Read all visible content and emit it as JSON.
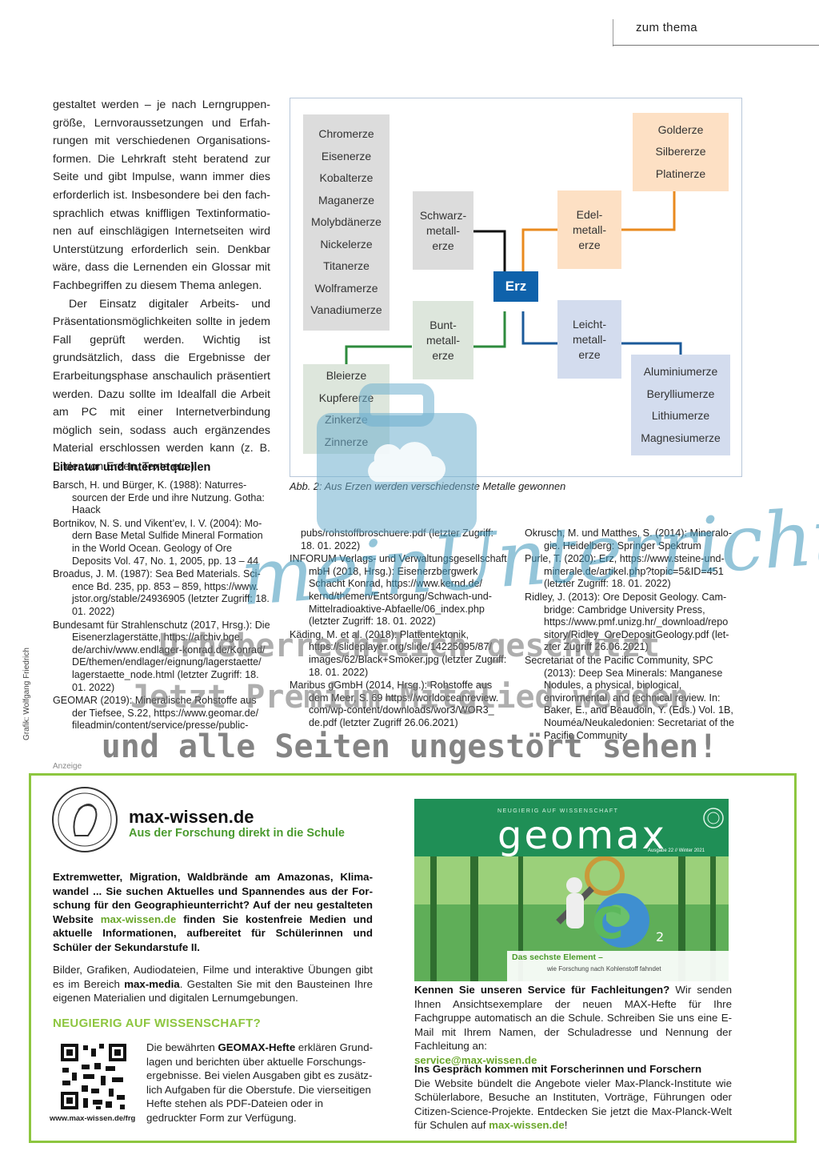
{
  "header": {
    "label": "zum thema"
  },
  "body_text": {
    "p1": "gestaltet werden – je nach Lerngruppen­größe, Lernvoraussetzungen und Erfah­rungen mit verschiedenen Organisations­formen. Die Lehrkraft steht beratend zur Seite und gibt Impulse, wann immer dies erforderlich ist. Insbesondere bei den fach­sprachlich etwas kniffligen Textinformatio­nen auf einschlägigen Internetseiten wird Unterstützung erforderlich sein. Denkbar wäre, dass die Lernenden ein Glossar mit Fachbegriffen zu diesem Thema anlegen.",
    "p2": "Der Einsatz digitaler Arbeits- und Präsen­tationsmöglichkeiten sollte in jedem Fall geprüft werden. Wichtig ist grundsätzlich, dass die Ergebnisse der Erarbeitungsphase anschaulich präsentiert werden. Dazu sollte im Idealfall die Arbeit am PC mit einer Inter­netverbindung möglich sein, sodass auch ergänzendes Material erschlossen werden kann (z. B. Bilder von Erzen, Texte etc.)."
  },
  "diagram": {
    "center": "Erz",
    "black_metals": {
      "label_lines": [
        "Schwarz-",
        "metall-",
        "erze"
      ],
      "items": [
        "Chromerze",
        "Eisenerze",
        "Kobalterze",
        "Maganerze",
        "Molybdänerze",
        "Nickelerze",
        "Titanerze",
        "Wolframerze",
        "Vanadiumerze"
      ]
    },
    "base_metals": {
      "label_lines": [
        "Bunt-",
        "metall-",
        "erze"
      ],
      "items": [
        "Bleierze",
        "Kupfererze",
        "Zinkerze",
        "Zinnerze"
      ]
    },
    "precious_metals": {
      "label_lines": [
        "Edel-",
        "metall-",
        "erze"
      ],
      "items": [
        "Golderze",
        "Silbererze",
        "Platinerze"
      ]
    },
    "light_metals": {
      "label_lines": [
        "Leicht-",
        "metall-",
        "erze"
      ],
      "items": [
        "Aluminiumerze",
        "Berylliumerze",
        "Lithiumerze",
        "Magnesiumerze"
      ]
    },
    "colors": {
      "gray": "#dcdcdc",
      "green_box": "#dde6dc",
      "orange_box": "#fde0c4",
      "blue_box": "#d3dcee",
      "center": "#0f62ab",
      "black_line": "#111111",
      "green_line": "#2e8b3d",
      "orange_line": "#e98a1e",
      "blue_line": "#1b5a9a"
    }
  },
  "caption": "Abb. 2: Aus Erzen werden verschiedenste Metalle gewonnen",
  "literature": {
    "title": "Literatur und Internetquellen",
    "col1": [
      "Barsch, H. und Bürger, K. (1988): Naturres­sourcen der Erde und ihre Nutzung. Gotha: Haack",
      "Bortnikov, N. S. und Vikent’ev, I. V. (2004): Mo­dern Base Metal Sulfide Mineral Formation in the World Ocean. Geology of Ore Deposits Vol. 47, No. 1, 2005, pp. 13 – 44",
      "Broadus, J. M. (1987): Sea Bed Materials. Sci­ence Bd. 235, pp. 853 – 859, https://www. jstor.org/stable/24936905 (letzter Zugriff: 18. 01. 2022)",
      "Bundesamt für Strahlenschutz (2017, Hrsg.): Die Eisenerzlagerstätte, https://archiv.bge. de/archiv/www.endlager-konrad.de/Konrad/ DE/themen/endlager/eignung/lagerstaette/ lagerstaette_node.html (letzter Zugriff: 18. 01. 2022)",
      "GEOMAR (2019): Mineralische Rohstoffe aus der Tiefsee, S.22, https://www.geomar.de/ fileadmin/content/service/presse/public-"
    ],
    "col2_cont": "pubs/rohstoffbroschuere.pdf (letzter Zugriff: 18. 01. 2022)",
    "col2": [
      "INFORUM Verlags- und Verwaltungsgesell­schaft mbH (2018, Hrsg.): Eisenerzbergwerk Schacht Konrad, https://www.kernd.de/ kernd/themen/Entsorgung/Schwach-und-Mittelradioaktive-Abfaelle/06_index.php (letzter Zugriff: 18. 01. 2022)",
      "Käding, M. et al. (2018): Plattentektonik, https://slideplayer.org/slide/14225095/87/ images/62/Black+Smoker.jpg (letzter Zugriff: 18. 01. 2022)",
      "Maribus gGmbH (2014, Hrsg.): Rohstoffe aus dem Meer, S. 69 https://worldoceanreview. com/wp-content/downloads/wor3/WOR3_ de.pdf (letzter Zugriff 26.06.2021)"
    ],
    "col3": [
      "Okrusch, M. und Matthes, S. (2014): Mineralo­gie. Heidelberg: Springer Spektrum",
      "Purle, T. (2020): Erz, https://www.steine-und-minerale.de/artikel.php?topic=5&ID=451 (letzter Zugriff: 18. 01. 2022)",
      "Ridley, J. (2013): Ore Deposit Geology. Cam­bridge: Cambridge University Press, https://www.pmf.unizg.hr/_download/repo sitory/Ridley_OreDepositGeology.pdf (let­zter Zugriff 26.06.2021)",
      "Secretariat of the Pacific Community, SPC (2013): Deep Sea Minerals: Manganese No­dules, a physical, biological, environmental, and technical review. In: Baker, E., and Beau­doin, Y. (Eds.) Vol. 1B, Nouméa/Neukaledoni­en: Secretariat of the Pacific Community"
    ]
  },
  "credit": "Grafik: Wolfgang Friedrich",
  "watermark": {
    "script": "meinUnterricht",
    "line1": "Urheberrechtlich geschützt",
    "line2": "Jetzt Premium-Mitglied werden",
    "line3": "und alle Seiten ungestört sehen!"
  },
  "ad": {
    "anzeige": "Anzeige",
    "title": "max-wissen.de",
    "subtitle": "Aus der Forschung direkt in die Schule",
    "intro_a": "Extremwetter, Migration, Waldbrände am Amazonas, Klima­wandel ... Sie suchen Aktuelles und Spannendes aus der For­schung für den Geographieunterricht? Auf der neu gestalteten Website ",
    "intro_link": "max-wissen.de",
    "intro_b": " finden Sie kostenfreie Medien und aktu­elle Informationen, aufbereitet für Schülerinnen und Schüler der Sekundarstufe II.",
    "media_a": "Bilder, Grafiken, Audiodateien, Filme und interaktive Übungen gibt es im Bereich ",
    "media_bold": "max-media",
    "media_b": ". Gestalten Sie mit den Bausteinen Ihre eigenen Materialien und digitalen Lernumgebungen.",
    "heading": "NEUGIERIG AUF WISSENSCHAFT?",
    "geomax_a": "Die bewährten ",
    "geomax_bold": "GEOMAX-Hefte",
    "geomax_b": " erklären Grund­lagen und berichten über aktuelle Forschungs­ergebnisse. Bei vielen Ausgaben gibt es zusätz­lich Aufgaben für die Oberstufe. Die vierseitigen Hefte stehen als PDF-Dateien oder in gedruckter Form zur Verfügung.",
    "qr_caption": "www.max-wissen.de/frg",
    "cover": {
      "top": "NEUGIERIG AUF WISSENSCHAFT",
      "brand": "geomax",
      "issue": "Ausgabe 22 // Winter 2021",
      "banner1": "Das sechste Element –",
      "banner2": "wie Forschung nach Kohlenstoff fahndet",
      "co2": "C",
      "co2_sub": "2"
    },
    "service_bold": "Kennen Sie unseren Service für Fachleitungen?",
    "service_text": " Wir senden Ihnen Ansichtsexemplare der neuen MAX-Hefte für Ihre Fachgruppe automatisch an die Schule. Schreiben Sie uns eine E-Mail mit Ihrem Namen, der Schuladresse und Nennung der Fachleitung an:",
    "service_email": "service@max-wissen.de",
    "talk_bold": "Ins Gespräch kommen mit Forscherinnen und Forschern",
    "talk_text": "Die Website bündelt die Angebote vieler Max-Planck-Institute wie Schülerlabore, Besuche an Instituten, Vorträge, Führungen oder Citizen-Science-Projekte. Entdecken Sie jetzt die Max-Planck-Welt für Schulen auf ",
    "talk_link": "max-wissen.de",
    "talk_end": "!"
  }
}
